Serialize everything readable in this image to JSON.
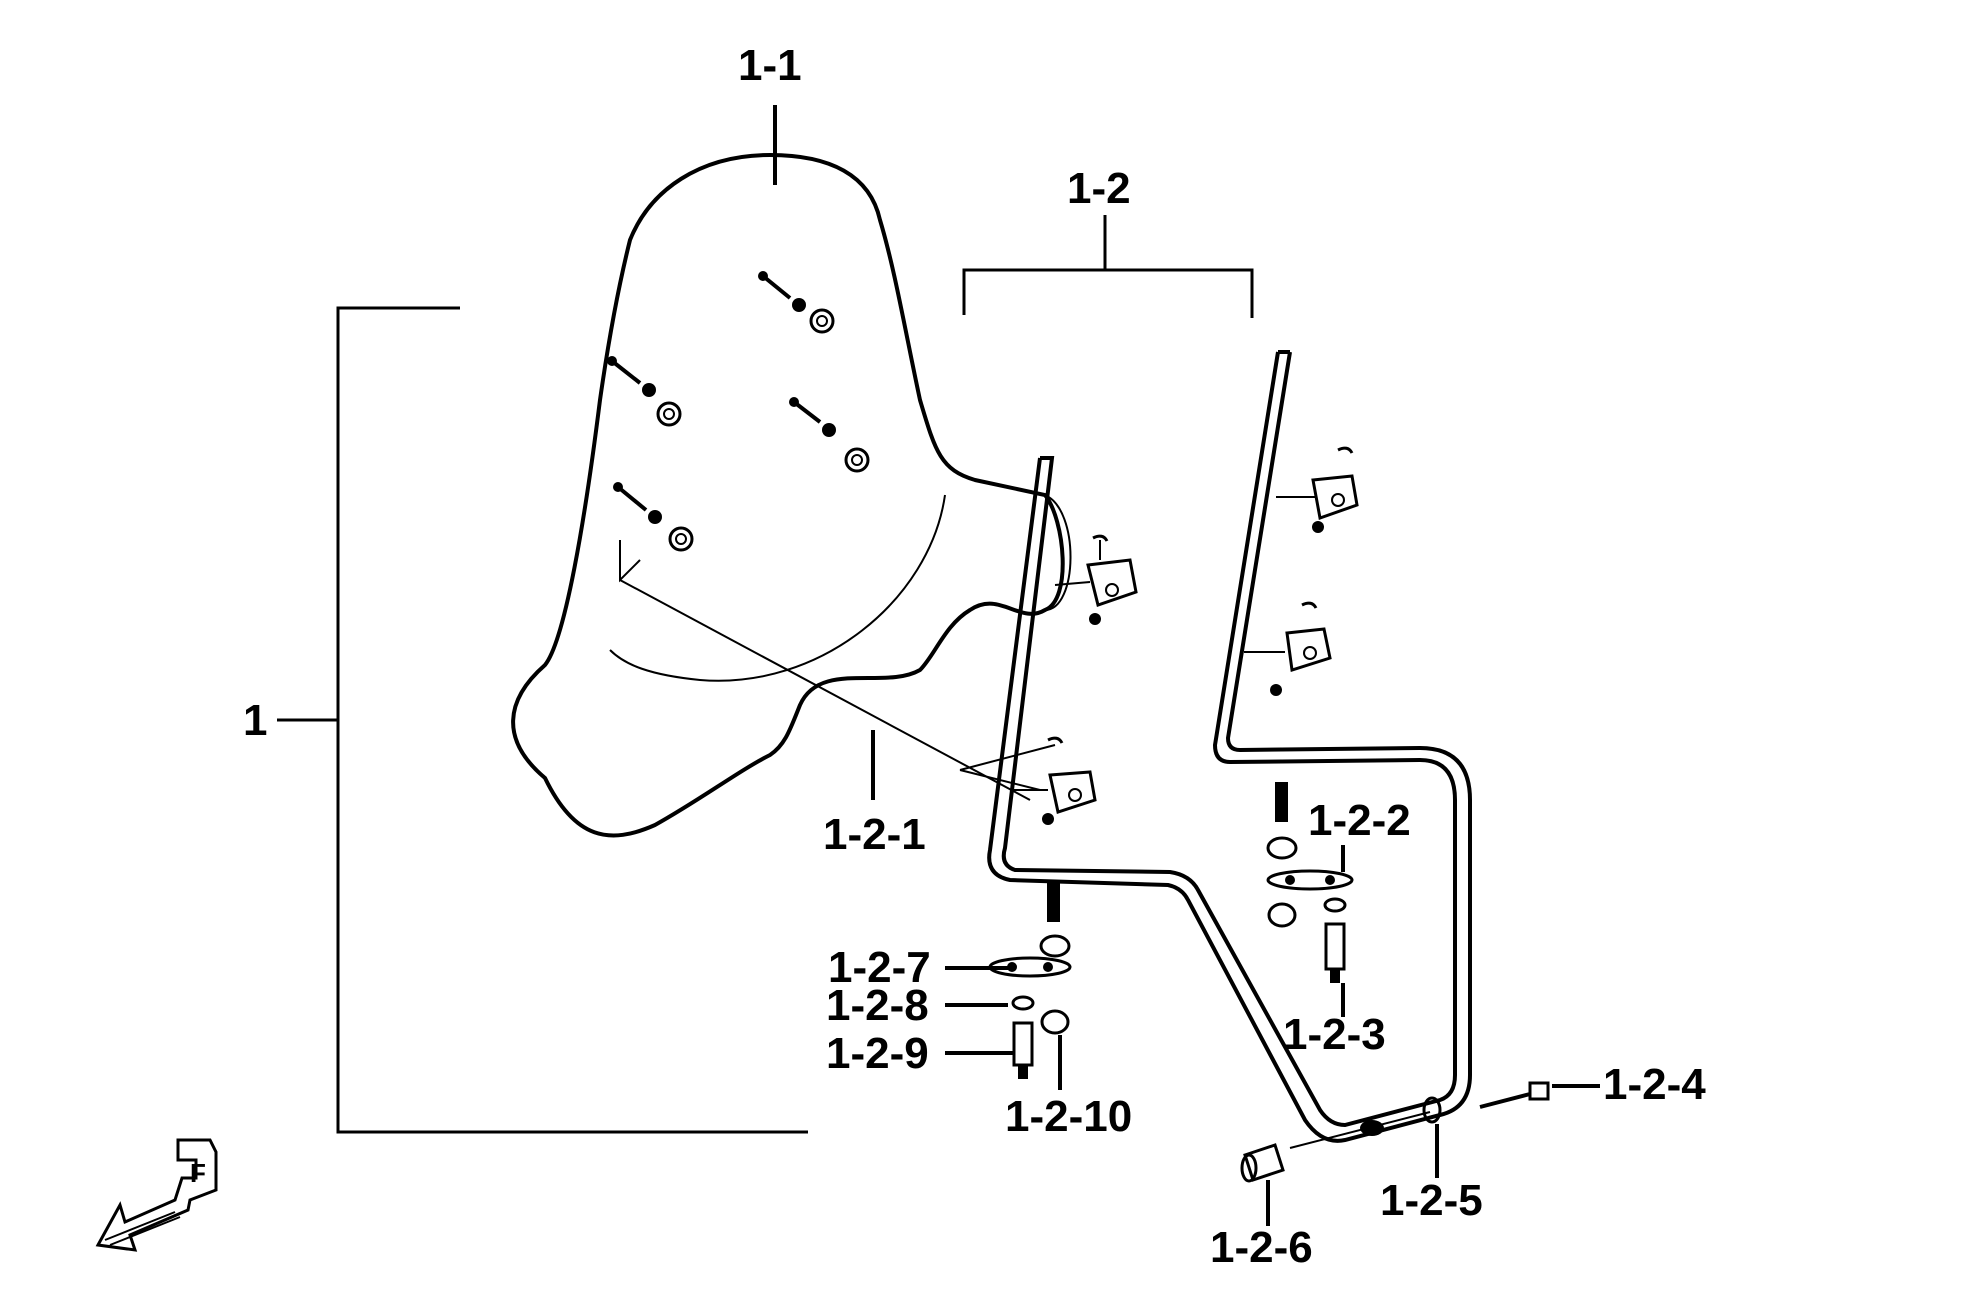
{
  "diagram": {
    "colors": {
      "line": "#000000",
      "background": "#ffffff"
    },
    "labels": {
      "l1": "1",
      "l1_1": "1-1",
      "l1_2": "1-2",
      "l1_2_1": "1-2-1",
      "l1_2_2": "1-2-2",
      "l1_2_3": "1-2-3",
      "l1_2_4": "1-2-4",
      "l1_2_5": "1-2-5",
      "l1_2_6": "1-2-6",
      "l1_2_7": "1-2-7",
      "l1_2_8": "1-2-8",
      "l1_2_9": "1-2-9",
      "l1_2_10": "1-2-10"
    },
    "icons": {
      "front_arrow": "front-direction-icon",
      "front_letter": "F"
    }
  }
}
